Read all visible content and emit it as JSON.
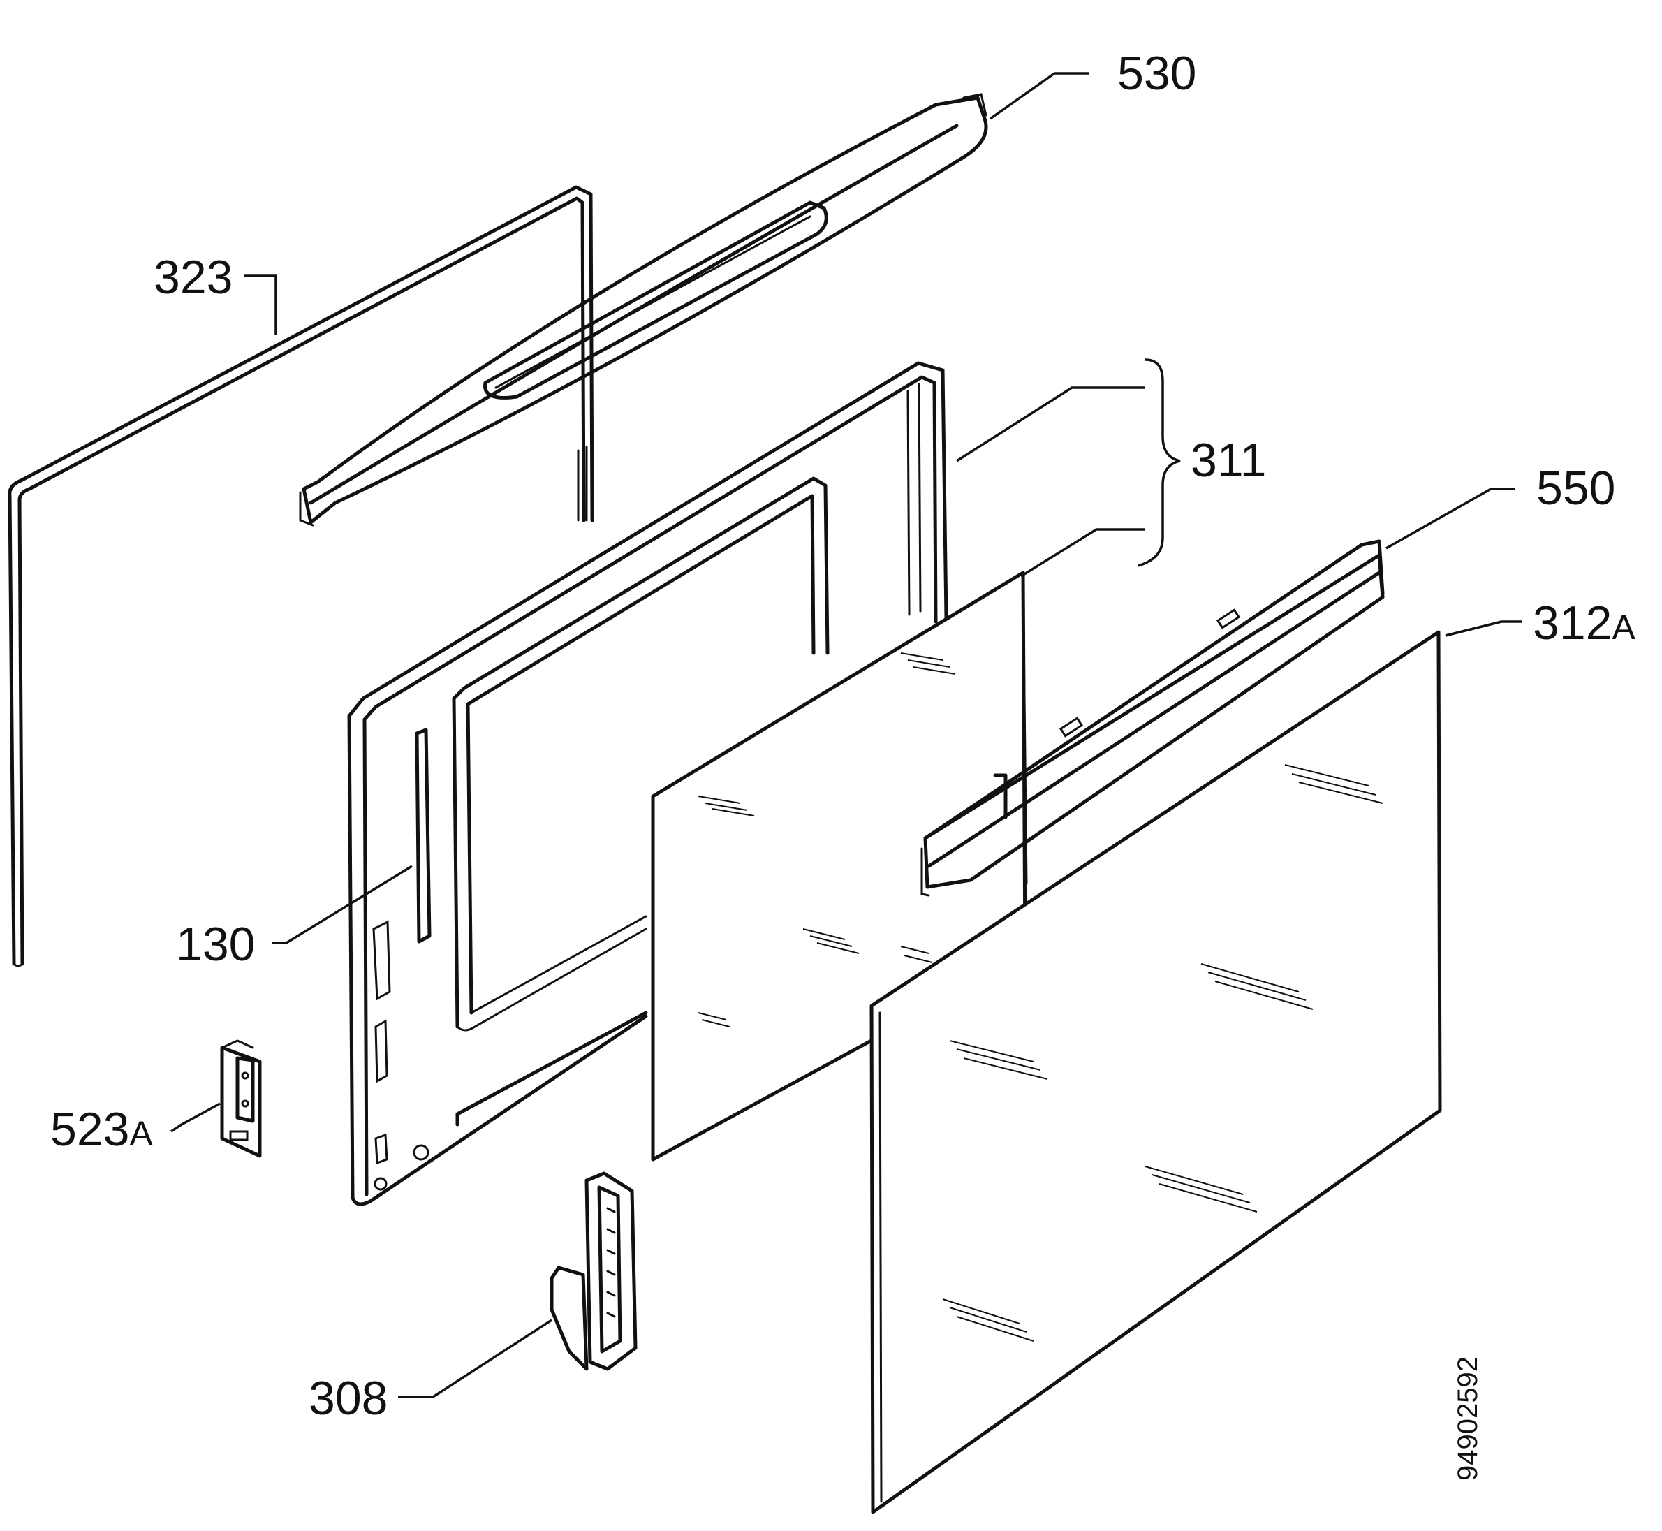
{
  "labels": {
    "p530": "530",
    "p323": "323",
    "p311": "311",
    "p550": "550",
    "p312a_num": "312",
    "p312a_suffix": "A",
    "p130": "130",
    "p523a_num": "523",
    "p523a_suffix": "A",
    "p308": "308"
  },
  "drawing_ref": "94902592"
}
